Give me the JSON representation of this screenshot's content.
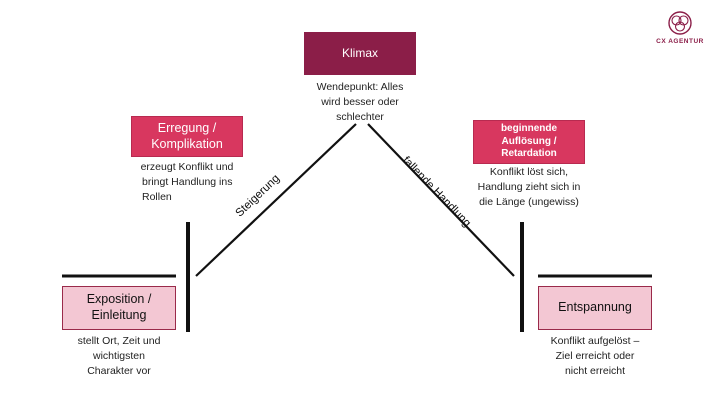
{
  "logo": {
    "text": "CX AGENTUR",
    "color": "#8b1e48"
  },
  "stages": {
    "exposition": {
      "title": "Exposition / Einleitung",
      "desc_lines": [
        "stellt Ort, Zeit und",
        "wichtigsten",
        "Charakter vor"
      ],
      "color": "#f3c7d3"
    },
    "erregung": {
      "title_lines": [
        "Erregung /",
        "Komplikation"
      ],
      "desc_lines": [
        "erzeugt Konflikt und",
        "bringt Handlung ins",
        "Rollen"
      ],
      "color": "#d8375f"
    },
    "klimax": {
      "title": "Klimax",
      "desc_lines": [
        "Wendepunkt: Alles",
        "wird besser oder",
        "schlechter"
      ],
      "color": "#8b1e48"
    },
    "aufloesung": {
      "title_lines": [
        "beginnende",
        "Auflösung /",
        "Retardation"
      ],
      "desc_lines": [
        "Konflikt löst sich,",
        "Handlung zieht sich in",
        "die Länge (ungewiss)"
      ],
      "color": "#d8375f"
    },
    "entspannung": {
      "title": "Entspannung",
      "desc_lines": [
        "Konflikt aufgelöst –",
        "Ziel erreicht oder",
        "nicht erreicht"
      ],
      "color": "#f3c7d3"
    }
  },
  "lines": {
    "rising": "Steigerung",
    "falling": "fallende Handlung"
  }
}
